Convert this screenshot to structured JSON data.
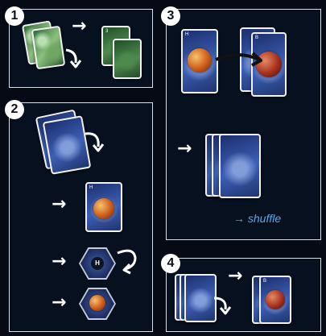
{
  "steps": {
    "one": "1",
    "two": "2",
    "three": "3",
    "four": "4"
  },
  "cards": {
    "step1_face_id": "3",
    "step2_face_id": "H",
    "step3_left_id": "H",
    "step3_right_id": "B",
    "step4_face_id": "B",
    "hex_token_label": "H"
  },
  "arrows": {
    "right": "→"
  },
  "shuffle_label": "→ shuffle",
  "colors": {
    "panel_border": "#d9dde6",
    "background": "#060a14",
    "shuffle_text": "#5aa8e8"
  }
}
